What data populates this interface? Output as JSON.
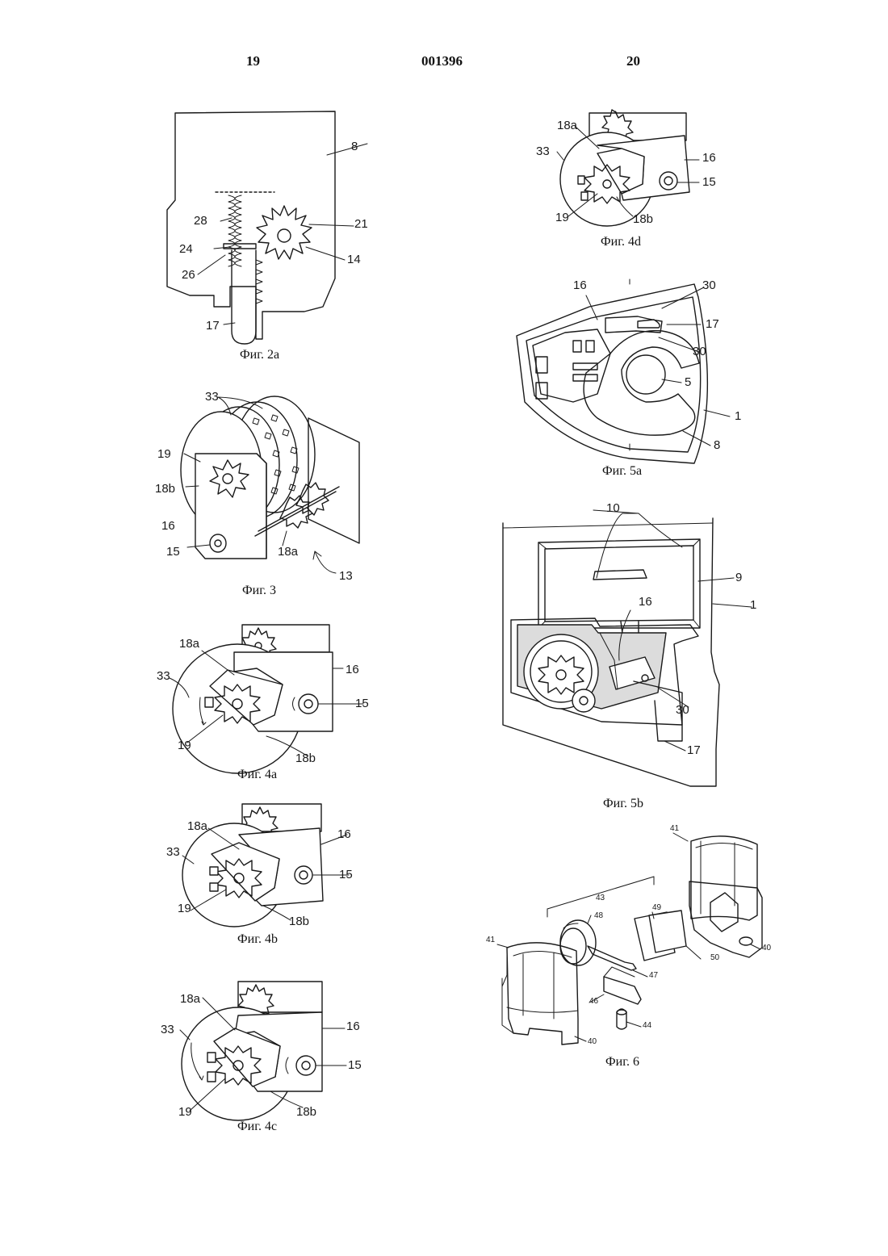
{
  "header": {
    "page_left": "19",
    "patent_number": "001396",
    "page_right": "20"
  },
  "figures": {
    "fig2a": {
      "caption": "Фиг. 2a",
      "labels": {
        "l8": "8",
        "l28": "28",
        "l21": "21",
        "l24": "24",
        "l14": "14",
        "l26": "26",
        "l17": "17"
      }
    },
    "fig3": {
      "caption": "Фиг. 3",
      "labels": {
        "l33": "33",
        "l19": "19",
        "l18b": "18b",
        "l16": "16",
        "l15": "15",
        "l18a": "18a",
        "l13": "13"
      }
    },
    "fig4a": {
      "caption": "Фиг. 4a",
      "labels": {
        "l18a": "18a",
        "l16": "16",
        "l33": "33",
        "l15": "15",
        "l19": "19",
        "l18b": "18b"
      }
    },
    "fig4b": {
      "caption": "Фиг. 4b",
      "labels": {
        "l18a": "18a",
        "l16": "16",
        "l33": "33",
        "l15": "15",
        "l19": "19",
        "l18b": "18b"
      }
    },
    "fig4c": {
      "caption": "Фиг. 4c",
      "labels": {
        "l18a": "18a",
        "l16": "16",
        "l33": "33",
        "l15": "15",
        "l19": "19",
        "l18b": "18b"
      }
    },
    "fig4d": {
      "caption": "Фиг. 4d",
      "labels": {
        "l18a": "18a",
        "l33": "33",
        "l16": "16",
        "l15": "15",
        "l19": "19",
        "l18b": "18b"
      }
    },
    "fig5a": {
      "caption": "Фиг. 5a",
      "labels": {
        "l16": "16",
        "l30a": "30",
        "l17": "17",
        "l30b": "30",
        "l5": "5",
        "l1": "1",
        "l8": "8"
      }
    },
    "fig5b": {
      "caption": "Фиг. 5b",
      "labels": {
        "l10": "10",
        "l9": "9",
        "l16": "16",
        "l1": "1",
        "l30": "30",
        "l17": "17"
      }
    },
    "fig6": {
      "caption": "Фиг. 6",
      "labels": {
        "l41a": "41",
        "l43": "43",
        "l48": "48",
        "l49": "49",
        "l41b": "41",
        "l50": "50",
        "l40a": "40",
        "l47": "47",
        "l46": "46",
        "l44": "44",
        "l40b": "40"
      }
    }
  }
}
